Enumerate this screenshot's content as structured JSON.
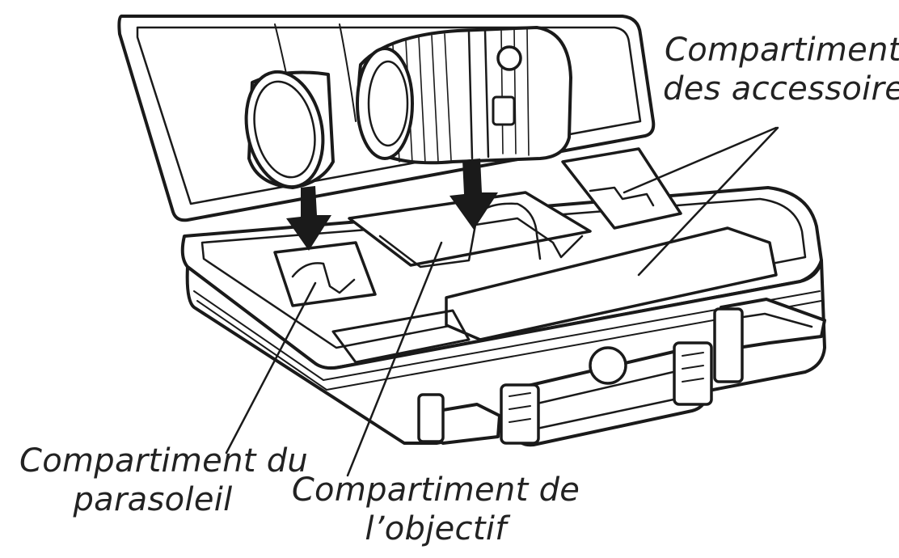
{
  "labels": {
    "accessory_line1": "Compartiments",
    "accessory_line2": "des accessoires*",
    "hood_line1": "Compartiment du",
    "hood_line2": "parasoleil",
    "lens_line1": "Compartiment de",
    "lens_line2": "l’objectif"
  },
  "colors": {
    "ink": "#1a1a1a",
    "background": "#ffffff"
  }
}
